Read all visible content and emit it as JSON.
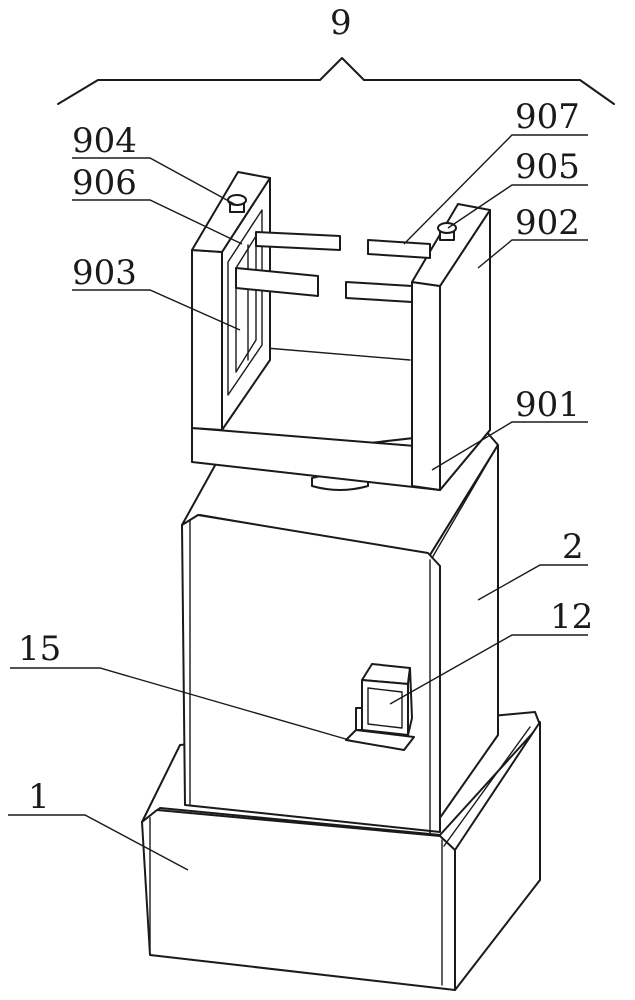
{
  "labels": {
    "assembly": "9",
    "frame_base": "901",
    "side_plate": "902",
    "slot": "903",
    "bolt_left": "904",
    "bolt_right": "905",
    "rail": "906",
    "clamp_arm": "907",
    "column": "2",
    "switch_box": "12",
    "bracket": "15",
    "base": "1"
  },
  "colors": {
    "line": "#1a1a1a",
    "background": "#ffffff"
  }
}
